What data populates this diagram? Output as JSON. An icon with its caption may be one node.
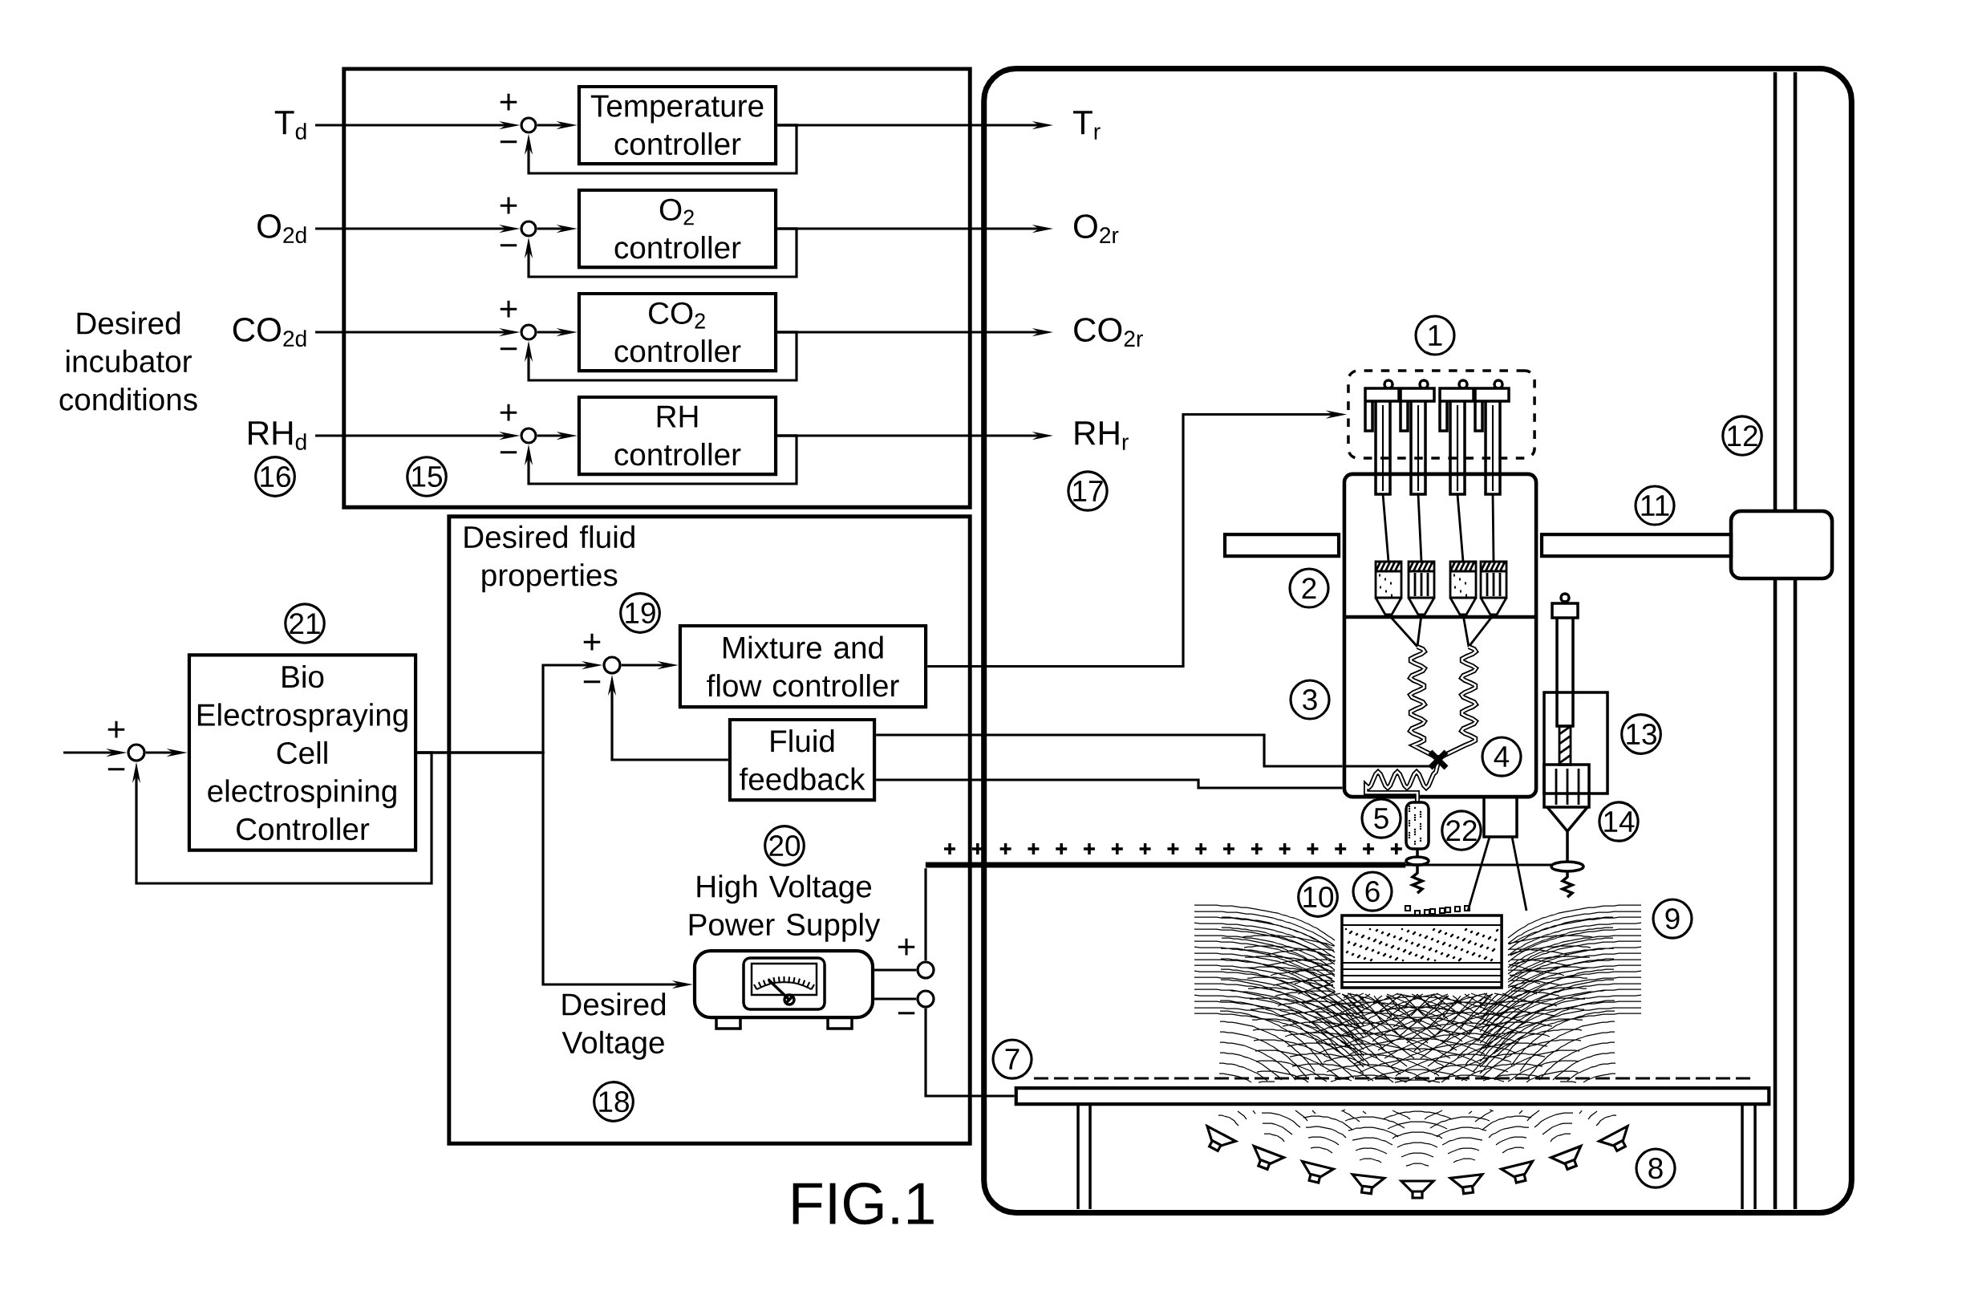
{
  "diagram": {
    "caption": "FIG.1",
    "nodes": [
      {
        "text": [],
        "shape": "box"
      },
      {
        "text": [
          "Temperature controller"
        ],
        "in": 0
      },
      {
        "text": [
          "O$_{2}$ controller"
        ],
        "in": 0
      },
      {
        "text": [
          "CO$_{2}$ controller"
        ],
        "in": 0
      },
      {
        "text": [
          "RH controller"
        ],
        "in": 0
      },
      {
        "text": [],
        "shape": "circle",
        "in": 0,
        "beside": [
          "+",
          "−"
        ]
      },
      {
        "text": [],
        "shape": "circle",
        "in": 0,
        "beside": [
          "+",
          "−"
        ]
      },
      {
        "text": [],
        "shape": "circle",
        "in": 0,
        "beside": [
          "+",
          "−"
        ]
      },
      {
        "text": [],
        "shape": "circle",
        "in": 0,
        "beside": [
          "+",
          "−"
        ]
      },
      {
        "text": [
          "T$_{d}$"
        ]
      },
      {
        "text": [
          "O$_{2d}$"
        ]
      },
      {
        "text": [
          "CO$_{2d}$"
        ]
      },
      {
        "text": [
          "RH$_{d}$"
        ]
      },
      {
        "text": [],
        "shape": "box"
      },
      {
        "text": [
          "T$_{r}$"
        ],
        "in": 13
      },
      {
        "text": [
          "O$_{2r}$"
        ],
        "in": 13
      },
      {
        "text": [
          "CO$_{2r}$"
        ],
        "in": 13
      },
      {
        "text": [
          "RH$_{r}$"
        ],
        "in": 13
      },
      {
        "text": [
          "Desired fluid properties"
        ]
      },
      {
        "text": [],
        "shape": "circle",
        "in": 18,
        "beside": [
          "+",
          "−"
        ]
      },
      {
        "text": [
          "Mixture and flow controller"
        ],
        "in": 18
      },
      {
        "text": [
          "Fluid feedback"
        ],
        "in": 18
      },
      {
        "text": [
          "High Voltage Power Supply"
        ],
        "in": 18
      },
      {
        "text": [
          "Bio Electrospraying Cell electrospining Controller"
        ],
        "beside": [
          "21"
        ]
      },
      {
        "text": [],
        "shape": "circle",
        "beside": [
          "+",
          "−"
        ]
      },
      {
        "text": [],
        "shape": "box",
        "in": 13,
        "beside": [
          "1"
        ]
      },
      {
        "text": [],
        "shape": "circle",
        "in": 18,
        "beside": [
          "+"
        ]
      },
      {
        "text": [],
        "shape": "circle",
        "in": 18,
        "beside": [
          "−"
        ]
      },
      {
        "text": [],
        "shape": "bar",
        "in": 13
      },
      {
        "text": [],
        "shape": "bar"
      },
      {
        "text": [],
        "shape": "picture",
        "in": 13
      },
      {
        "text": [],
        "shape": "picture",
        "in": 13
      }
    ],
    "edges": [
      {
        "from": 9,
        "to": 5,
        "arrow": "to"
      },
      {
        "from": 5,
        "to": 1,
        "arrow": "to"
      },
      {
        "from": 1,
        "to": 14,
        "arrow": "to"
      },
      {
        "from": 1,
        "to": 5,
        "arrow": "to"
      },
      {
        "from": 10,
        "to": 6,
        "arrow": "to"
      },
      {
        "from": 6,
        "to": 2,
        "arrow": "to"
      },
      {
        "from": 2,
        "to": 15,
        "arrow": "to"
      },
      {
        "from": 2,
        "to": 6,
        "arrow": "to"
      },
      {
        "from": 11,
        "to": 7,
        "arrow": "to"
      },
      {
        "from": 7,
        "to": 3,
        "arrow": "to"
      },
      {
        "from": 3,
        "to": 16,
        "arrow": "to"
      },
      {
        "from": 3,
        "to": 7,
        "arrow": "to"
      },
      {
        "from": 12,
        "to": 8,
        "arrow": "to"
      },
      {
        "from": 8,
        "to": 4,
        "arrow": "to"
      },
      {
        "from": 4,
        "to": 17,
        "arrow": "to"
      },
      {
        "from": 4,
        "to": 8,
        "arrow": "to"
      },
      {
        "from": null,
        "to": 24,
        "arrow": "to"
      },
      {
        "from": 24,
        "to": 23,
        "arrow": "to"
      },
      {
        "from": 23,
        "to": 24,
        "arrow": "to"
      },
      {
        "from": 23,
        "to": 19,
        "arrow": "to"
      },
      {
        "from": 23,
        "to": 22,
        "arrow": "to",
        "label": "Desired Voltage"
      },
      {
        "from": 19,
        "to": 20,
        "arrow": "to"
      },
      {
        "from": 21,
        "to": 19,
        "arrow": "to"
      },
      {
        "from": 20,
        "to": 25,
        "arrow": "to"
      },
      {
        "from": 30,
        "to": 21,
        "arrow": "none"
      },
      {
        "from": 30,
        "to": 21,
        "arrow": "none"
      },
      {
        "from": 22,
        "to": 26,
        "arrow": "none"
      },
      {
        "from": 22,
        "to": 27,
        "arrow": "none"
      },
      {
        "from": 26,
        "to": 29,
        "arrow": "none"
      },
      {
        "from": 27,
        "to": 28,
        "arrow": "none"
      }
    ],
    "labels": [
      "Desired incubator conditions",
      "12",
      "16",
      "15",
      "17",
      "11",
      "2",
      "19",
      "3",
      "13",
      "4",
      "5",
      "14",
      "22",
      "20",
      "10",
      "6",
      "9",
      "7",
      "18",
      "8"
    ]
  }
}
